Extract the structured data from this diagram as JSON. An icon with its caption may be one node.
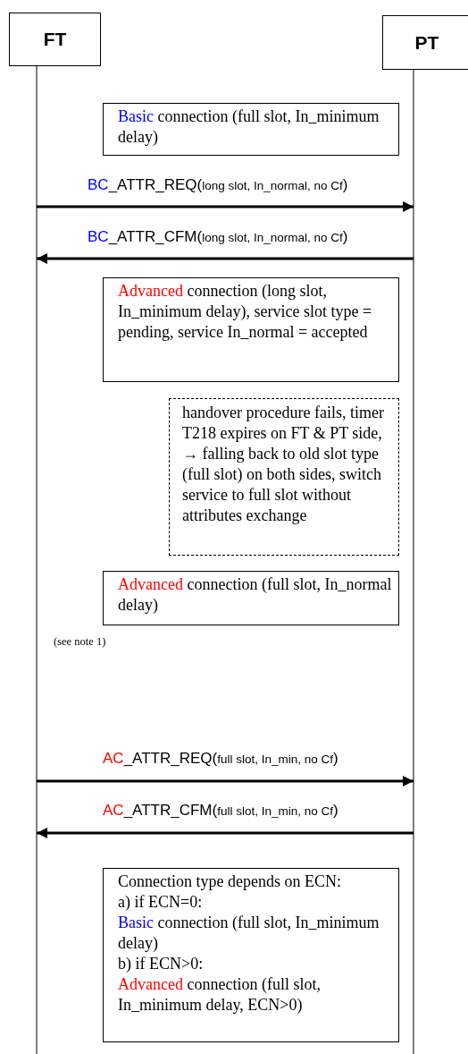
{
  "diagram": {
    "nodes": [
      {
        "text": [
          "FT"
        ]
      },
      {
        "text": [
          "PT"
        ]
      },
      {
        "text": [
          "Basic connection (full slot, In_minimum delay)"
        ]
      },
      {
        "text": [
          "Advanced connection (long slot, In_minimum delay), service slot type = pending, service In_normal = accepted"
        ]
      },
      {
        "text": [
          "handover procedure fails, timer T218 expires on FT & PT side, → falling back to old slot type (full slot) on both sides, switch service to full slot without attributes exchange"
        ]
      },
      {
        "text": [
          "Advanced connection (full slot, In_normal delay)"
        ]
      },
      {
        "text": [
          "Connection type depends on ECN:",
          "a) if ECN=0:",
          "Basic connection (full slot, In_minimum delay)",
          "b) if ECN>0:",
          "Advanced connection (full slot, In_minimum delay, ECN>0)"
        ]
      }
    ],
    "edges": [
      {
        "from": 0,
        "to": 1,
        "arrow": "to",
        "label": "BC_ATTR_REQ(long slot, In_normal, no Cf)"
      },
      {
        "from": 1,
        "to": 0,
        "arrow": "to",
        "label": "BC_ATTR_CFM(long slot, In_normal, no Cf)"
      },
      {
        "from": 0,
        "to": 1,
        "arrow": "to",
        "label": "AC_ATTR_REQ(full slot, In_min, no Cf)"
      },
      {
        "from": 1,
        "to": 0,
        "arrow": "to",
        "label": "AC_ATTR_CFM(full slot, In_min, no Cf)"
      }
    ],
    "labels": [
      "(see note 1)"
    ]
  }
}
